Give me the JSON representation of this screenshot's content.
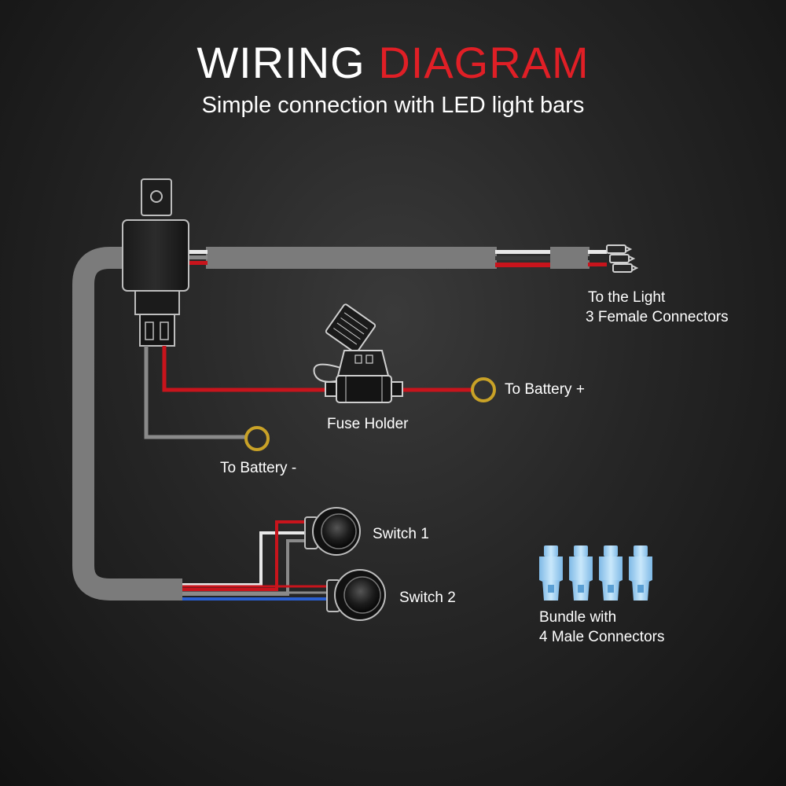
{
  "title": {
    "word1": "WIRING",
    "word2": "DIAGRAM",
    "color_word1": "#ffffff",
    "color_word2": "#e01f26"
  },
  "subtitle": "Simple connection with LED light bars",
  "labels": {
    "to_light_line1": "To the Light",
    "to_light_line2": "3 Female Connectors",
    "battery_plus": "To Battery +",
    "fuse_holder": "Fuse Holder",
    "battery_minus": "To Battery -",
    "switch1": "Switch 1",
    "switch2": "Switch 2",
    "bundle_line1": "Bundle with",
    "bundle_line2": "4 Male Connectors"
  },
  "colors": {
    "harness": "#7b7b7b",
    "wire_red": "#c8141c",
    "wire_gray": "#8a8a8a",
    "wire_white": "#e8e8e8",
    "wire_blue": "#2a5fd0",
    "ring_terminal": "#c9a227",
    "connector_blue": "#a9d6f5"
  },
  "icons": {
    "relay": "relay-icon",
    "fuse": "fuse-holder-icon",
    "switch": "push-switch-icon",
    "female_connector": "female-spade-connector-icon",
    "male_connector": "male-spade-connector-icon",
    "terminal": "ring-terminal-icon"
  }
}
